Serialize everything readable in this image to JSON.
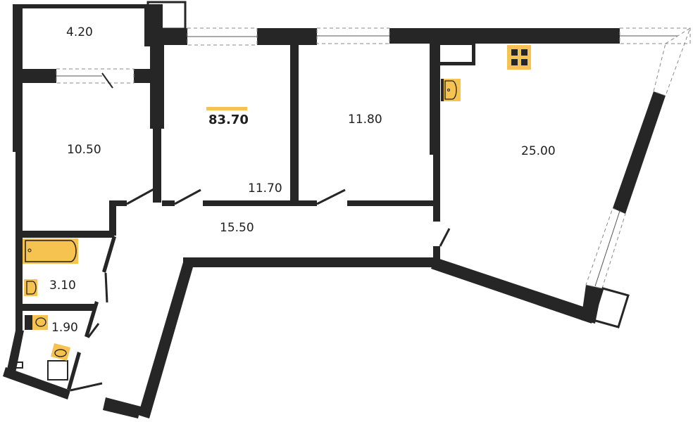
{
  "plan": {
    "total_area": "83.70",
    "colors": {
      "wall": "#262626",
      "fixture": "#f6c250",
      "fixture_outline": "#1e1e1e",
      "background": "#ffffff",
      "window_line": "#8a8a8a"
    },
    "rooms": [
      {
        "id": "balcony-top",
        "area": "4.20"
      },
      {
        "id": "bedroom-left",
        "area": "10.50"
      },
      {
        "id": "bedroom-middle",
        "area": "11.70"
      },
      {
        "id": "bedroom-right",
        "area": "11.80"
      },
      {
        "id": "living-kitchen",
        "area": "25.00"
      },
      {
        "id": "hallway",
        "area": "15.50"
      },
      {
        "id": "bathroom",
        "area": "3.10"
      },
      {
        "id": "toilet",
        "area": "1.90"
      }
    ],
    "fixtures": [
      "bathtub",
      "sink-bathroom",
      "toilet",
      "sink-toilet",
      "kitchen-stove",
      "kitchen-sink"
    ]
  }
}
